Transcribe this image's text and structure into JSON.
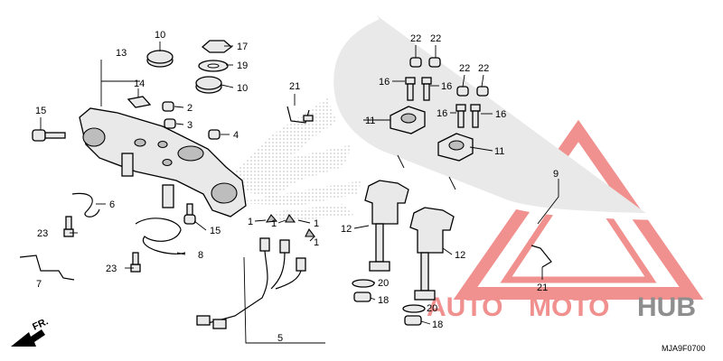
{
  "callouts": {
    "n1a": "1",
    "n1b": "1",
    "n1c": "1",
    "n1d": "1",
    "n2": "2",
    "n3": "3",
    "n4": "4",
    "n5": "5",
    "n6": "6",
    "n7": "7",
    "n8": "8",
    "n9": "9",
    "n10a": "10",
    "n10b": "10",
    "n11a": "11",
    "n11b": "11",
    "n12a": "12",
    "n12b": "12",
    "n13": "13",
    "n14": "14",
    "n15a": "15",
    "n15b": "15",
    "n16a": "16",
    "n16b": "16",
    "n16c": "16",
    "n16d": "16",
    "n17": "17",
    "n18a": "18",
    "n18b": "18",
    "n19": "19",
    "n20a": "20",
    "n20b": "20",
    "n21a": "21",
    "n21b": "21",
    "n22a": "22",
    "n22b": "22",
    "n22c": "22",
    "n22d": "22",
    "n23a": "23",
    "n23b": "23"
  },
  "direction_label": "FR.",
  "diagram_code": "MJA9F0700",
  "watermark": {
    "auto": "AUTO",
    "moto": "MOTO",
    "hub": "HUB",
    "color_red": "#e53935",
    "color_dark": "#333333"
  },
  "colors": {
    "line": "#000000",
    "part_fill": "#e9e9e9",
    "logo_dots": "#c8c8c8"
  }
}
